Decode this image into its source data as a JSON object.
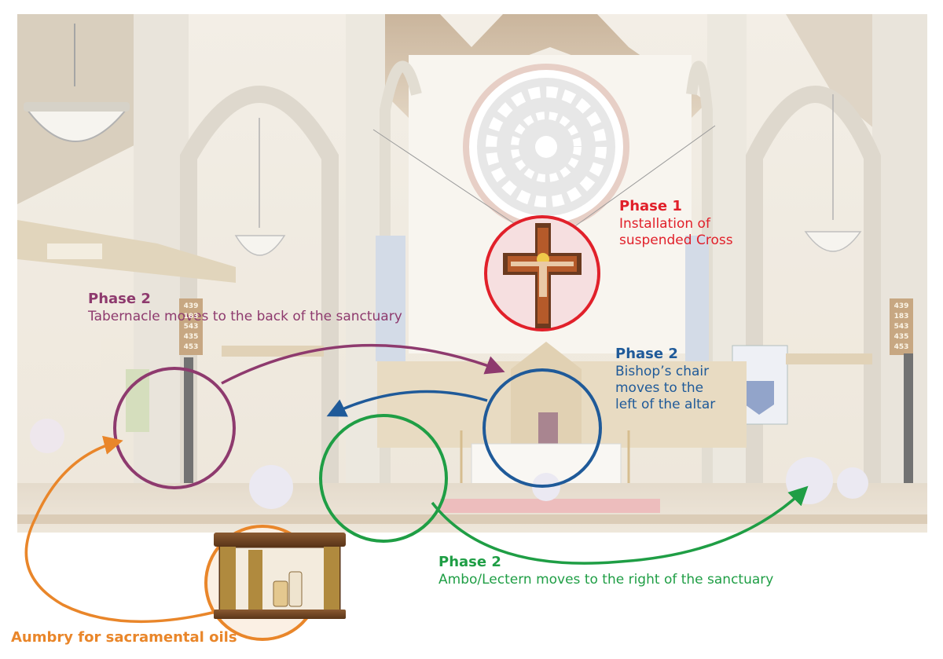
{
  "diagram": {
    "phases": [
      {
        "id": "cross",
        "phase": "Phase 1",
        "description": "Installation of\nsuspended Cross",
        "color": "#e1202a"
      },
      {
        "id": "tabernacle",
        "phase": "Phase 2",
        "description": "Tabernacle moves to the back of the sanctuary",
        "color": "#8e3a6e"
      },
      {
        "id": "bishops-chair",
        "phase": "Phase 2",
        "description": "Bishop’s chair\nmoves to the\nleft of the altar",
        "color": "#1f5a99"
      },
      {
        "id": "ambo",
        "phase": "Phase 2",
        "description": "Ambo/Lectern moves to the right of the sanctuary",
        "color": "#1f9e45"
      }
    ],
    "aumbry_label": "Aumbry for sacramental oils",
    "aumbry_color": "#e9862a",
    "numbers_board": [
      "439",
      "183",
      "543",
      "435",
      "453"
    ]
  }
}
